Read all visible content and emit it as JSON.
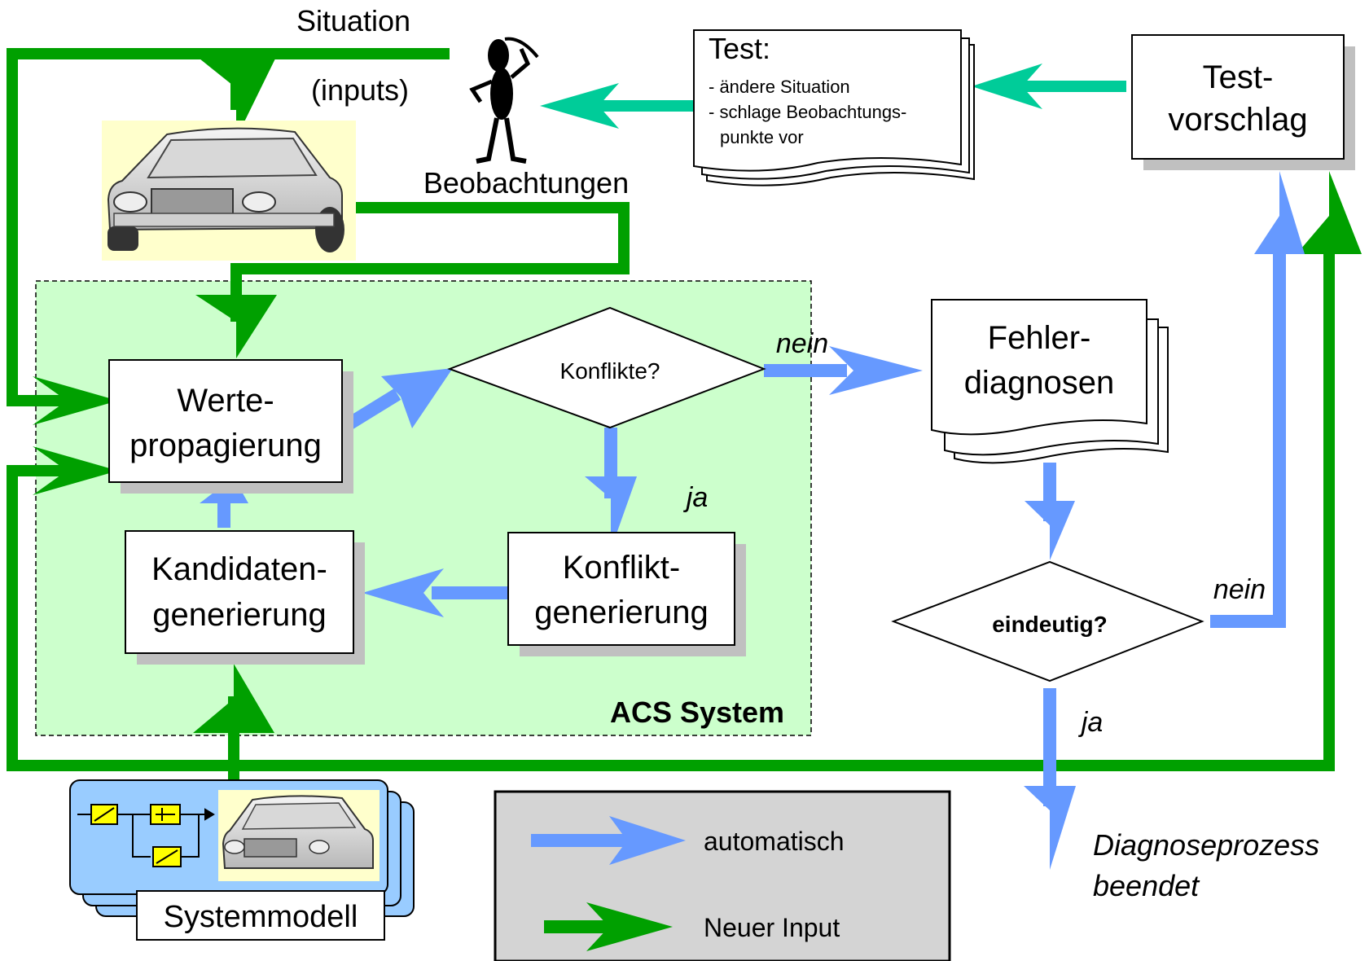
{
  "colors": {
    "auto_arrow": "#6699ff",
    "input_arrow": "#00a000",
    "human_arrow": "#00cc99",
    "acs_bg": "#ccffcc",
    "legend_bg": "#d4d4d4",
    "model_bg": "#99ccff"
  },
  "inputs": {
    "situation": "Situation",
    "inputs": "(inputs)",
    "observations": "Beobachtungen"
  },
  "test_doc": {
    "title": "Test:",
    "line1": "- ändere Situation",
    "line2": "- schlage Beobachtungs-",
    "line3": "punkte vor"
  },
  "test_proposal": {
    "line1": "Test-",
    "line2": "vorschlag"
  },
  "acs": {
    "label": "ACS System",
    "value_prop": {
      "line1": "Werte-",
      "line2": "propagierung"
    },
    "conflicts": "Konflikte?",
    "no": "nein",
    "yes": "ja",
    "conflict_gen": {
      "line1": "Konflikt-",
      "line2": "generierung"
    },
    "candidate_gen": {
      "line1": "Kandidaten-",
      "line2": "generierung"
    }
  },
  "fault_diag": {
    "line1": "Fehler-",
    "line2": "diagnosen"
  },
  "unique": {
    "question": "eindeutig?",
    "no": "nein",
    "yes": "ja"
  },
  "end": {
    "line1": "Diagnoseprozess",
    "line2": "beendet"
  },
  "system_model": {
    "label": "Systemmodell"
  },
  "legend": {
    "automatic": "automatisch",
    "new_input": "Neuer Input"
  }
}
